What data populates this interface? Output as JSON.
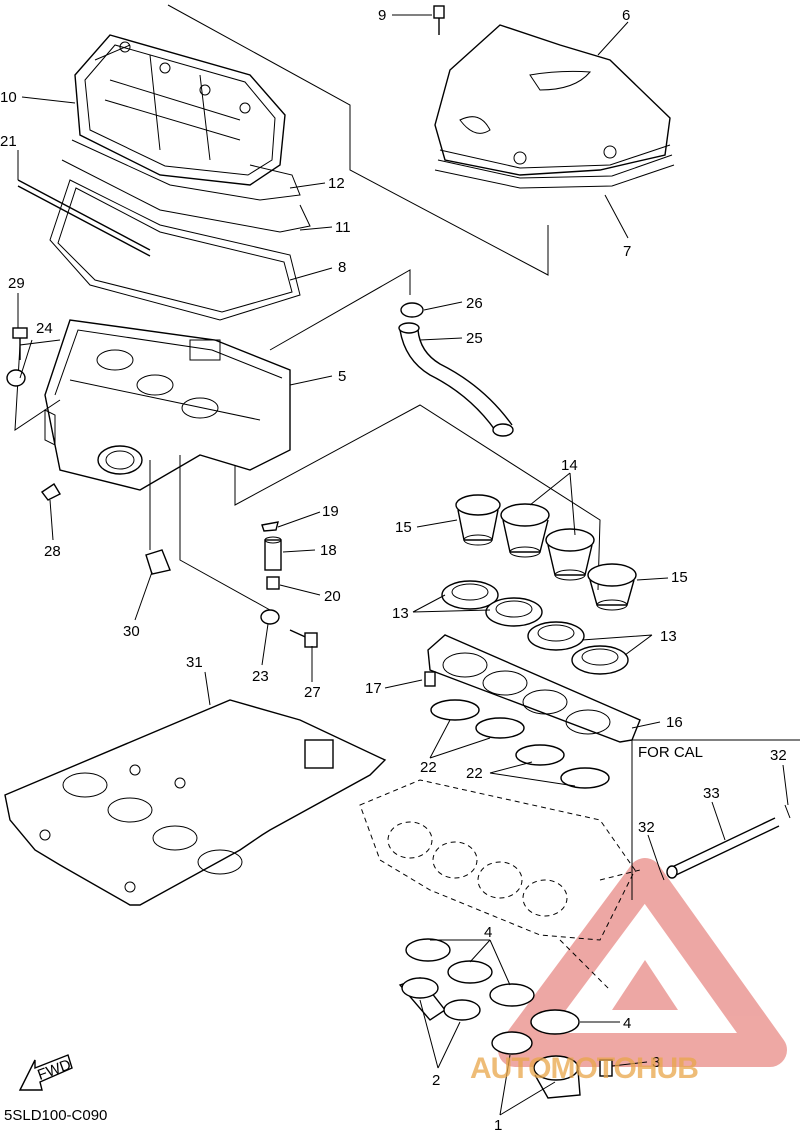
{
  "diagram": {
    "code": "5SLD100-C090",
    "for_cal_label": "FOR CAL",
    "fwd_label": "FWD",
    "watermark": "AUTOMOTOHUB",
    "callouts": [
      "1",
      "2",
      "3",
      "4",
      "4",
      "5",
      "6",
      "7",
      "8",
      "9",
      "10",
      "11",
      "12",
      "13",
      "13",
      "14",
      "15",
      "15",
      "16",
      "17",
      "18",
      "19",
      "20",
      "21",
      "22",
      "22",
      "23",
      "24",
      "25",
      "26",
      "27",
      "28",
      "29",
      "30",
      "31",
      "32",
      "32",
      "33"
    ]
  }
}
